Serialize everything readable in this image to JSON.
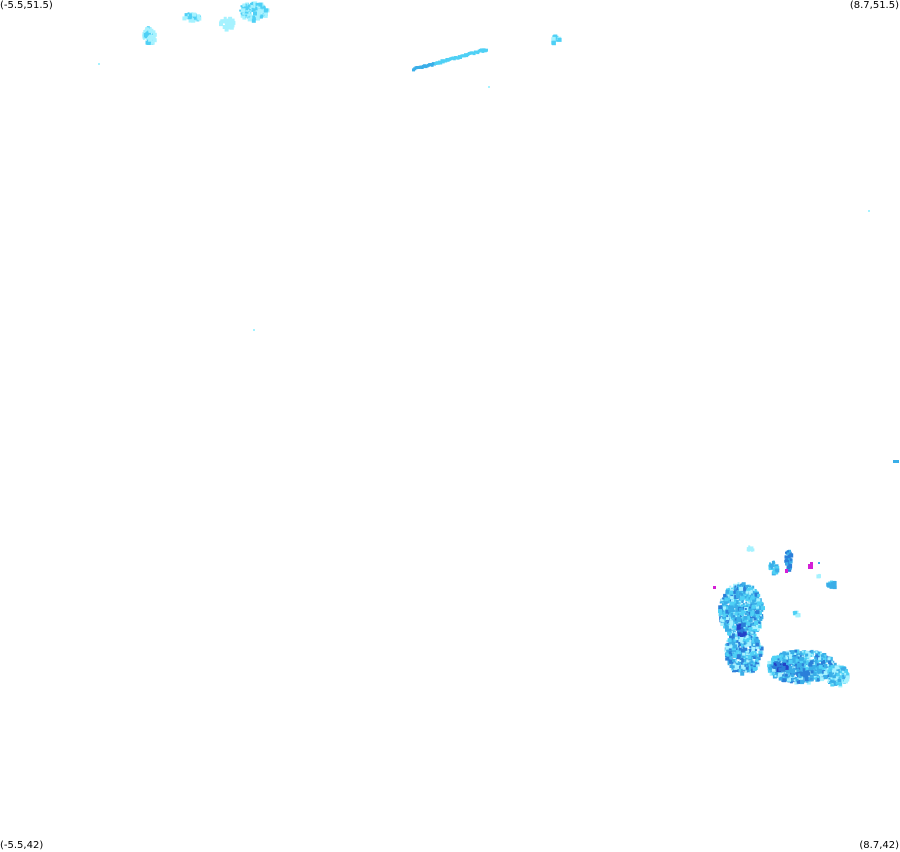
{
  "map": {
    "corners": {
      "top_left": "(-5.5,51.5)",
      "top_right": "(8.7,51.5)",
      "bottom_left": "(-5.5,42)",
      "bottom_right": "(8.7,42)"
    },
    "bounds": {
      "lon_min": -5.5,
      "lon_max": 8.7,
      "lat_min": 42,
      "lat_max": 51.5
    },
    "colors": {
      "background": "#ffffff",
      "light": "#a6f2ff",
      "cyan": "#4fd0f5",
      "blue": "#3aaee8",
      "medium_blue": "#2b7fd9",
      "dark_blue": "#2443c8",
      "magenta": "#d41fd6"
    }
  }
}
